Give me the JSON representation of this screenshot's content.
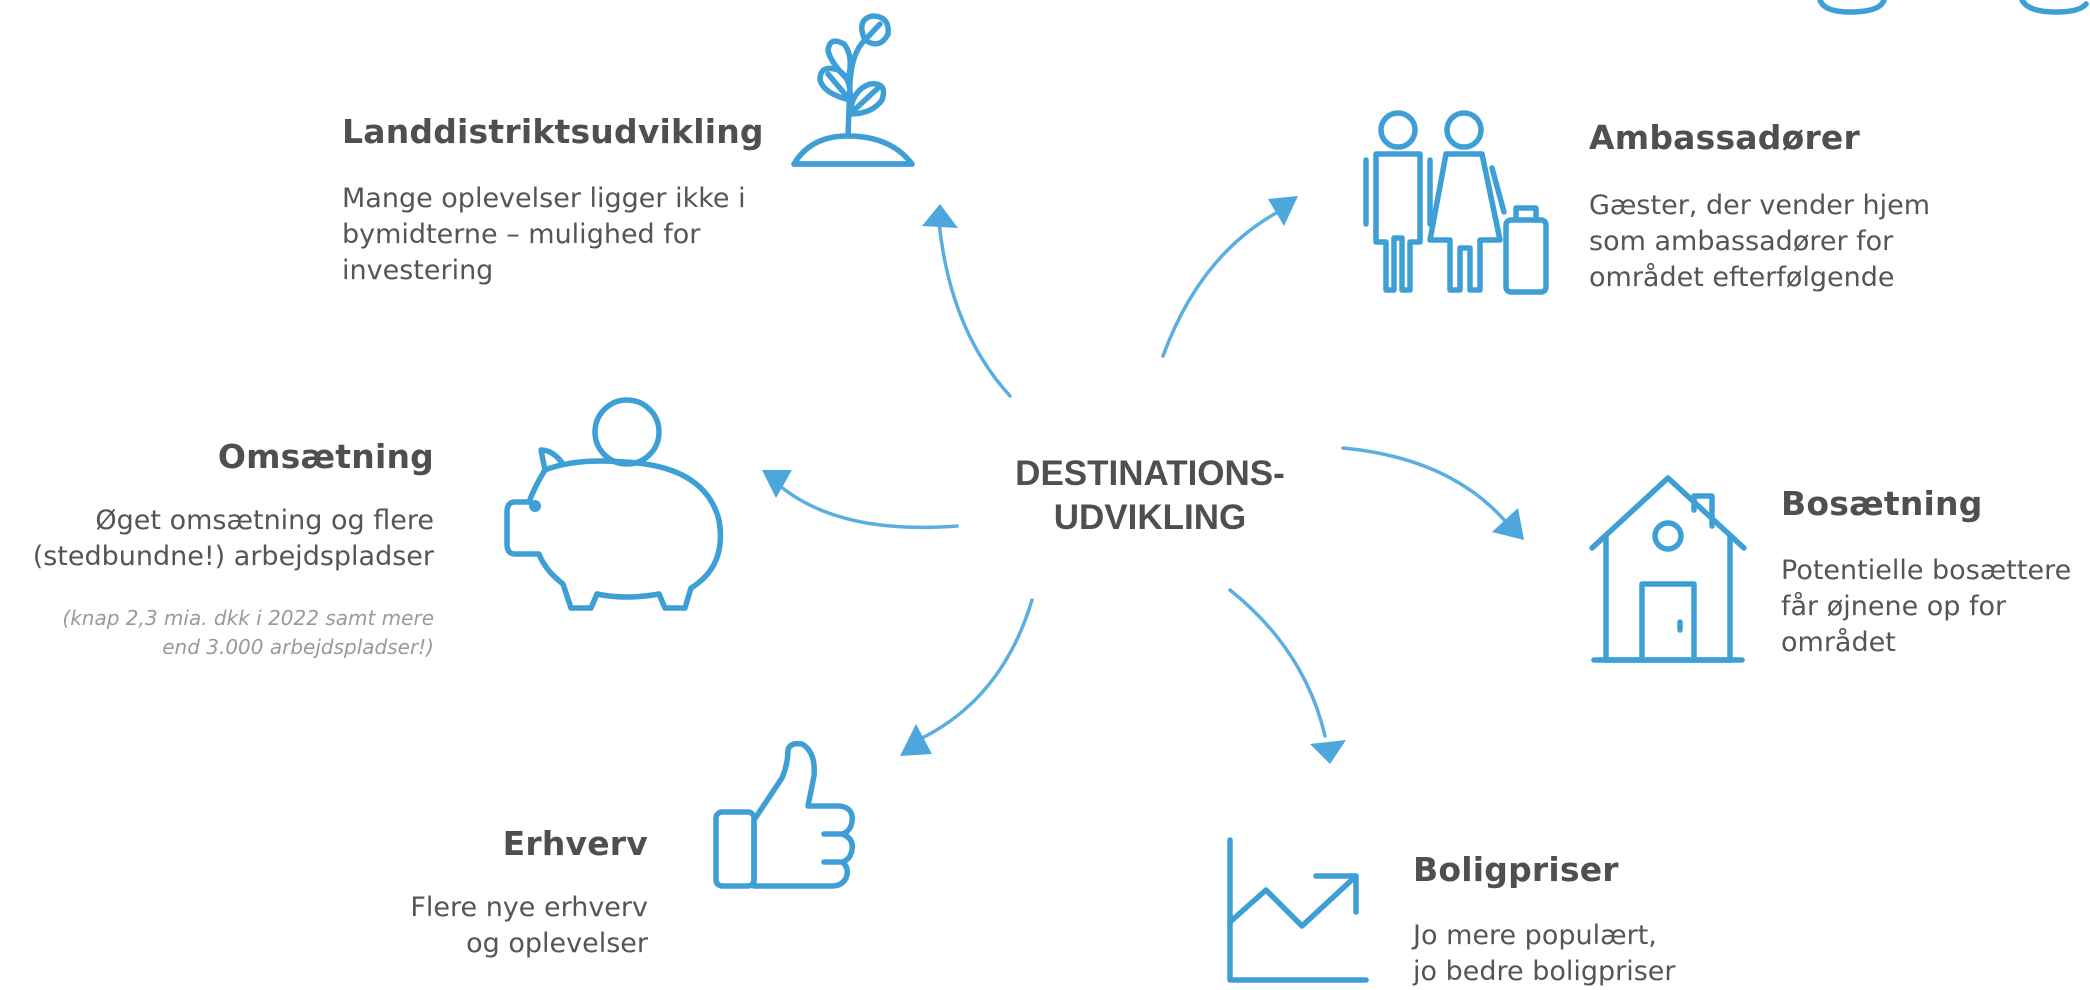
{
  "center": {
    "title": "DESTINATIONS-\nUDVIKLING"
  },
  "nodes": {
    "landdistrikt": {
      "title": "Landdistriktsudvikling",
      "desc": "Mange oplevelser ligger ikke i\nbymidterne – mulighed for\ninvestering",
      "icon": "plant-sprout-icon"
    },
    "ambassadorer": {
      "title": "Ambassadører",
      "desc": "Gæster, der vender hjem\nsom ambassadører for\nområdet efterfølgende",
      "icon": "travelers-with-suitcase-icon"
    },
    "omsaetning": {
      "title": "Omsætning",
      "desc": "Øget omsætning og flere\n(stedbundne!) arbejdspladser",
      "note": "(knap 2,3 mia. dkk i 2022 samt mere\nend 3.000 arbejdspladser!)",
      "icon": "piggy-bank-icon"
    },
    "bosaetning": {
      "title": "Bosætning",
      "desc": "Potentielle bosættere\nfår øjnene op for\nområdet",
      "icon": "house-icon"
    },
    "erhverv": {
      "title": "Erhverv",
      "desc": "Flere nye erhverv\nog oplevelser",
      "icon": "thumbs-up-icon"
    },
    "boligpriser": {
      "title": "Boligpriser",
      "desc": "Jo mere populært,\njo bedre boligpriser",
      "icon": "rising-chart-icon"
    }
  },
  "colors": {
    "accent": "#3d9fd6",
    "arrow": "#5aaee0",
    "title_text": "#4f4f4f",
    "body_text": "#555555",
    "note_text": "#9a9a9a"
  }
}
